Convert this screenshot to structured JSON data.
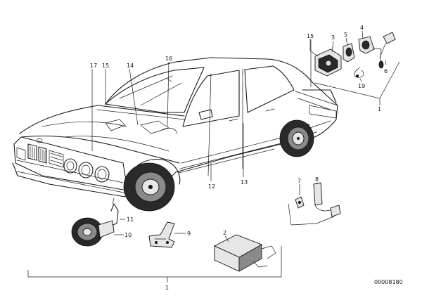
{
  "diagram": {
    "callouts": {
      "c1_top": "1",
      "c2": "2",
      "c3": "3",
      "c4": "4",
      "c5": "5",
      "c6": "6",
      "c7": "7",
      "c8": "8",
      "c9": "9",
      "c10": "10",
      "c11": "11",
      "c12": "12",
      "c13": "13",
      "c14": "14",
      "c15a": "15",
      "c15b": "15",
      "c16": "16",
      "c17": "17",
      "c19": "19",
      "c1_bottom": "1"
    },
    "reference_code": "00008180"
  }
}
